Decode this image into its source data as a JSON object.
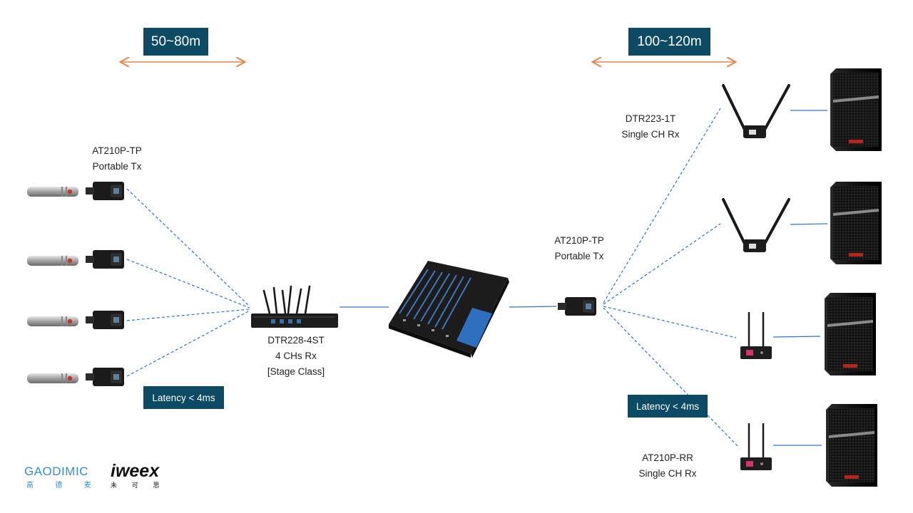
{
  "ranges": {
    "left": "50~80m",
    "right": "100~120m"
  },
  "latency": {
    "left": "Latency < 4ms",
    "right": "Latency < 4ms"
  },
  "devices": {
    "tx_left": {
      "model": "AT210P-TP",
      "desc": "Portable Tx"
    },
    "rx_stage": {
      "model": "DTR228-4ST",
      "desc": "4 CHs Rx",
      "class": "[Stage Class]"
    },
    "tx_right": {
      "model": "AT210P-TP",
      "desc": "Portable Tx"
    },
    "rx_single": {
      "model": "DTR223-1T",
      "desc": "Single CH Rx"
    },
    "rx_rr": {
      "model": "AT210P-RR",
      "desc": "Single CH Rx"
    }
  },
  "logos": {
    "gaodimic": "GAODIMIC",
    "gaodimic_cn": "高  德  麦",
    "iweex": "iweex",
    "iweex_cn": "未  可  思"
  },
  "colors": {
    "badge": "#0d4a64",
    "arrow": "#e8834a",
    "link": "#2e75c6"
  }
}
